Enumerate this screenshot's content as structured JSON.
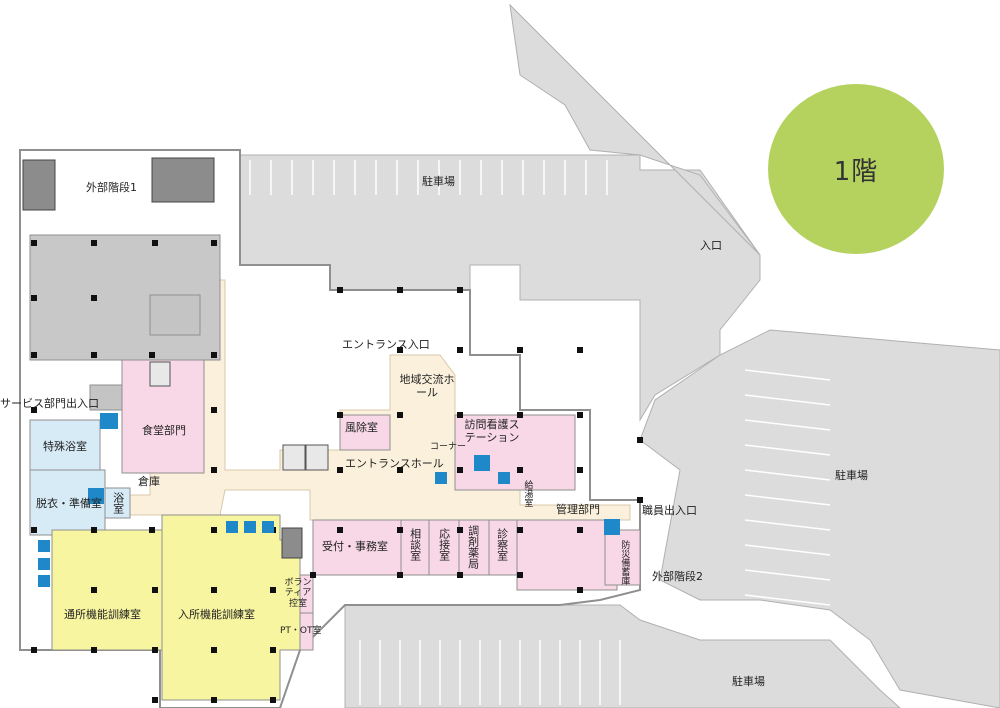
{
  "floor": {
    "label": "1階",
    "badge_color": "#b5d25f"
  },
  "colors": {
    "parking": "#dcdcdc",
    "pink_rooms": "#f8d8e6",
    "yellow_rooms": "#f8f5a0",
    "blue_rooms": "#d7ebf7",
    "corridor": "#fbf0dc",
    "walls": "#8f8f8f",
    "restroom_icon": "#1e88c8",
    "ladies_icon": "#e0455f",
    "pillar": "#111111"
  },
  "outdoor": {
    "parking_top": "駐車場",
    "parking_right": "駐車場",
    "parking_bottom": "駐車場",
    "entrance": "入口"
  },
  "entrances": {
    "main": "エントランス入口",
    "service": "サービス部門出入口",
    "staff": "職員出入口"
  },
  "stairs": {
    "ext1": "外部階段1",
    "ext2": "外部階段2"
  },
  "rooms": {
    "dining": "食堂部門",
    "special_bath": "特殊浴室",
    "changing": "脱衣・準備室",
    "bath": "浴室",
    "storage": "倉庫",
    "day_training": "通所機能訓練室",
    "inpatient_training": "入所機能訓練室",
    "volunteer": "ボランティア控室",
    "ptot": "PT・OT室",
    "reception": "受付・事務室",
    "consult": "相談室",
    "meeting": "応接室",
    "pharmacy": "調剤薬局",
    "exam": "診察室",
    "management": "管理部門",
    "disaster": "防災備蓄庫",
    "windbreak": "風除室",
    "entrance_hall": "エントランスホール",
    "community_hall": "地域交流ホール",
    "visiting_nurse": "訪問看護ステーション",
    "corner": "コーナー",
    "kitchen_dept": "給湯室"
  }
}
